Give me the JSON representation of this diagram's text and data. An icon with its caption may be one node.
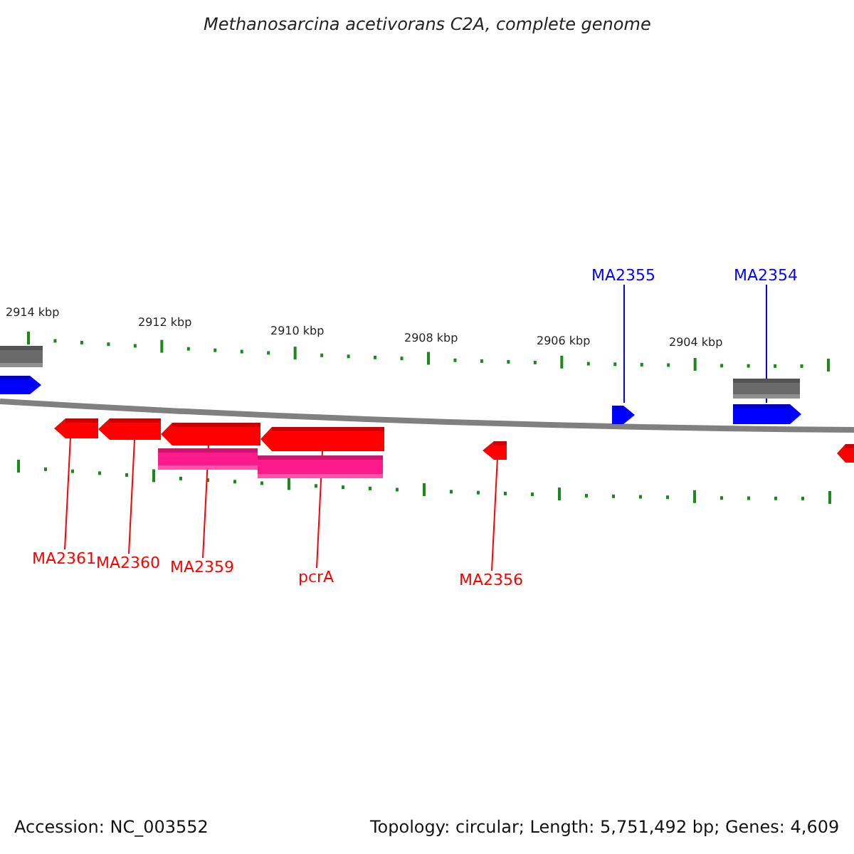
{
  "diagram": {
    "title": "Methanosarcina acetivorans C2A, complete genome",
    "nodes": [
      {
        "text": [
          "MA2355"
        ]
      },
      {
        "text": [
          "MA2354"
        ]
      },
      {
        "text": [],
        "shape": "bar"
      },
      {
        "text": [],
        "shape": "pentagon"
      },
      {
        "text": [],
        "shape": "bar"
      },
      {
        "text": [],
        "shape": "pentagon"
      },
      {
        "text": [],
        "shape": "pentagon"
      },
      {
        "text": [],
        "shape": "pentagon"
      },
      {
        "text": [],
        "shape": "pentagon"
      },
      {
        "text": [],
        "shape": "pentagon"
      },
      {
        "text": [],
        "shape": "pentagon"
      },
      {
        "text": [],
        "shape": "pentagon"
      },
      {
        "text": [],
        "shape": "pentagon"
      },
      {
        "text": [],
        "shape": "bar"
      },
      {
        "text": [],
        "shape": "bar"
      },
      {
        "text": [
          "MA2361"
        ]
      },
      {
        "text": [
          "MA2360"
        ]
      },
      {
        "text": [
          "MA2359"
        ]
      },
      {
        "text": [
          "pcrA"
        ]
      },
      {
        "text": [
          "MA2356"
        ]
      }
    ],
    "edges": [
      {
        "from": 0,
        "to": 5,
        "arrow": "none",
        "color": "#0000ff"
      },
      {
        "from": 1,
        "to": 6,
        "arrow": "none",
        "color": "#0000ff"
      },
      {
        "from": 15,
        "to": 7,
        "arrow": "none"
      },
      {
        "from": 16,
        "to": 8,
        "arrow": "none"
      },
      {
        "from": 17,
        "to": 9,
        "arrow": "none"
      },
      {
        "from": 18,
        "to": 10,
        "arrow": "none"
      },
      {
        "from": 19,
        "to": 11,
        "arrow": "none"
      }
    ],
    "labels": [
      "2914 kbp",
      "2912 kbp",
      "2910 kbp",
      "2908 kbp",
      "2906 kbp",
      "2904 kbp",
      "Accession: NC_003552",
      "Topology: circular; Length: 5,751,492 bp; Genes: 4,609"
    ]
  }
}
